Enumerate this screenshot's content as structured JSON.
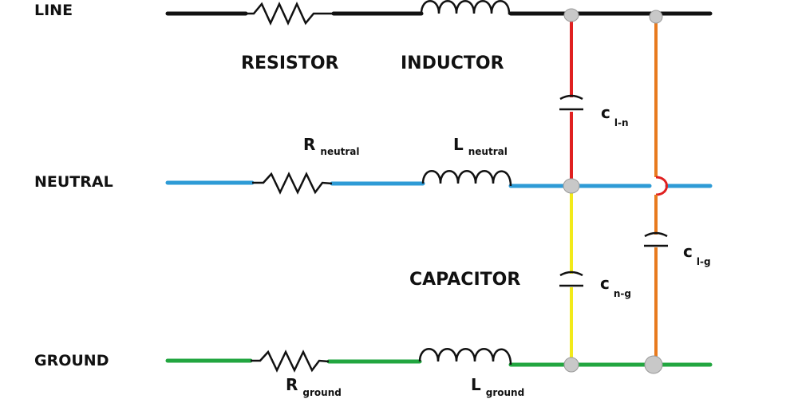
{
  "rails": {
    "line": "LINE",
    "neutral": "NEUTRAL",
    "ground": "GROUND"
  },
  "components": {
    "resistor": "RESISTOR",
    "inductor": "INDUCTOR",
    "capacitor": "CAPACITOR"
  },
  "symbols": {
    "r_neutral": {
      "main": "R",
      "sub": "neutral"
    },
    "l_neutral": {
      "main": "L",
      "sub": "neutral"
    },
    "r_ground": {
      "main": "R",
      "sub": "ground"
    },
    "l_ground": {
      "main": "L",
      "sub": "ground"
    },
    "c_ln": {
      "main": "c",
      "sub": "l-n"
    },
    "c_ng": {
      "main": "c",
      "sub": "n-g"
    },
    "c_lg": {
      "main": "c",
      "sub": "l-g"
    }
  },
  "colors": {
    "line": "#111111",
    "neutral": "#2e9bd6",
    "ground": "#22a640",
    "cap_line_neutral": "#e02020",
    "cap_neutral_ground": "#f2ea1a",
    "cap_line_ground": "#e87a1e",
    "node": "#c8c8c8"
  }
}
